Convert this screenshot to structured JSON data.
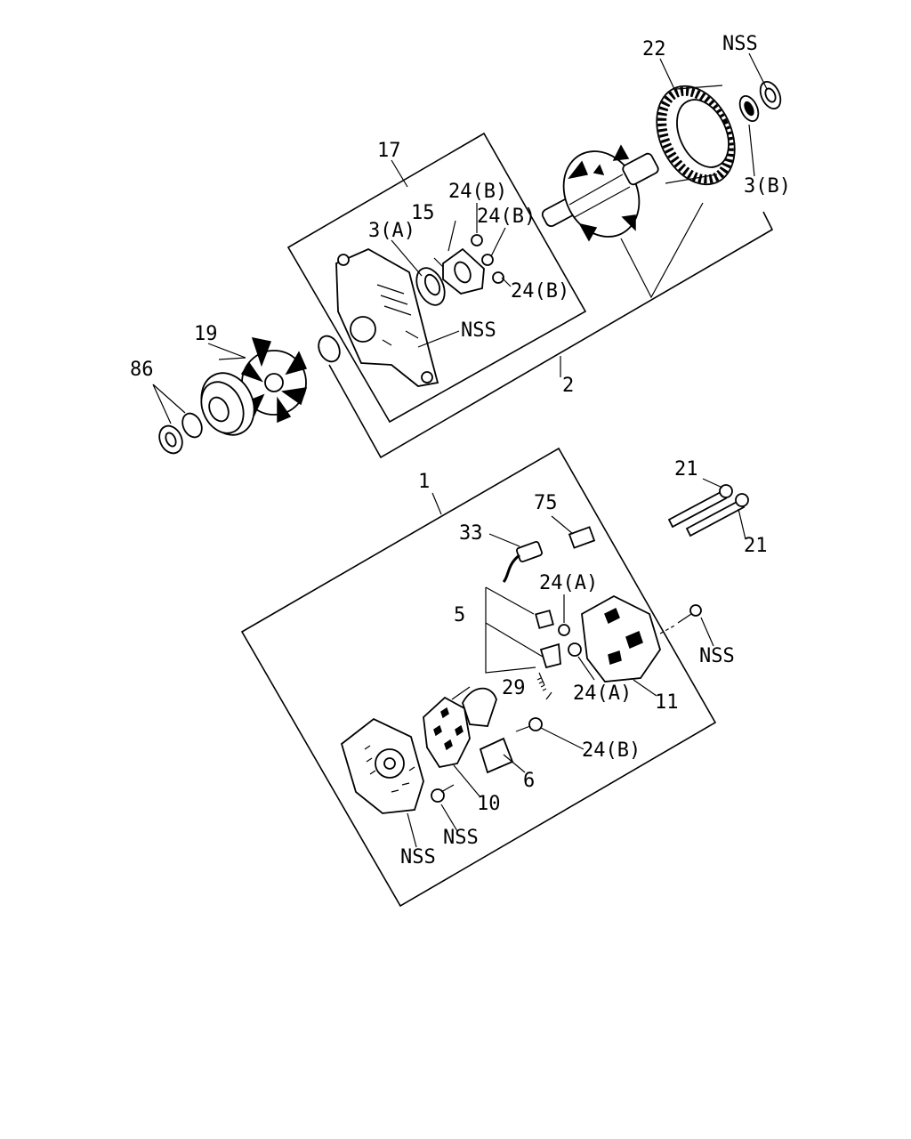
{
  "diagram": {
    "labels": {
      "l22": "22",
      "l_nss_top": "NSS",
      "l3b": "3(B)",
      "l17": "17",
      "l24b_1": "24(B)",
      "l24b_2": "24(B)",
      "l24b_3": "24(B)",
      "l15": "15",
      "l3a": "3(A)",
      "l_nss_frame": "NSS",
      "l19": "19",
      "l86": "86",
      "l2": "2",
      "l1": "1",
      "l21a": "21",
      "l21b": "21",
      "l75": "75",
      "l33": "33",
      "l24a_1": "24(A)",
      "l5": "5",
      "l_nss_screw": "NSS",
      "l29": "29",
      "l24a_2": "24(A)",
      "l11": "11",
      "l24b_4": "24(B)",
      "l6": "6",
      "l10": "10",
      "l_nss_bolt": "NSS",
      "l_nss_rear": "NSS"
    }
  }
}
